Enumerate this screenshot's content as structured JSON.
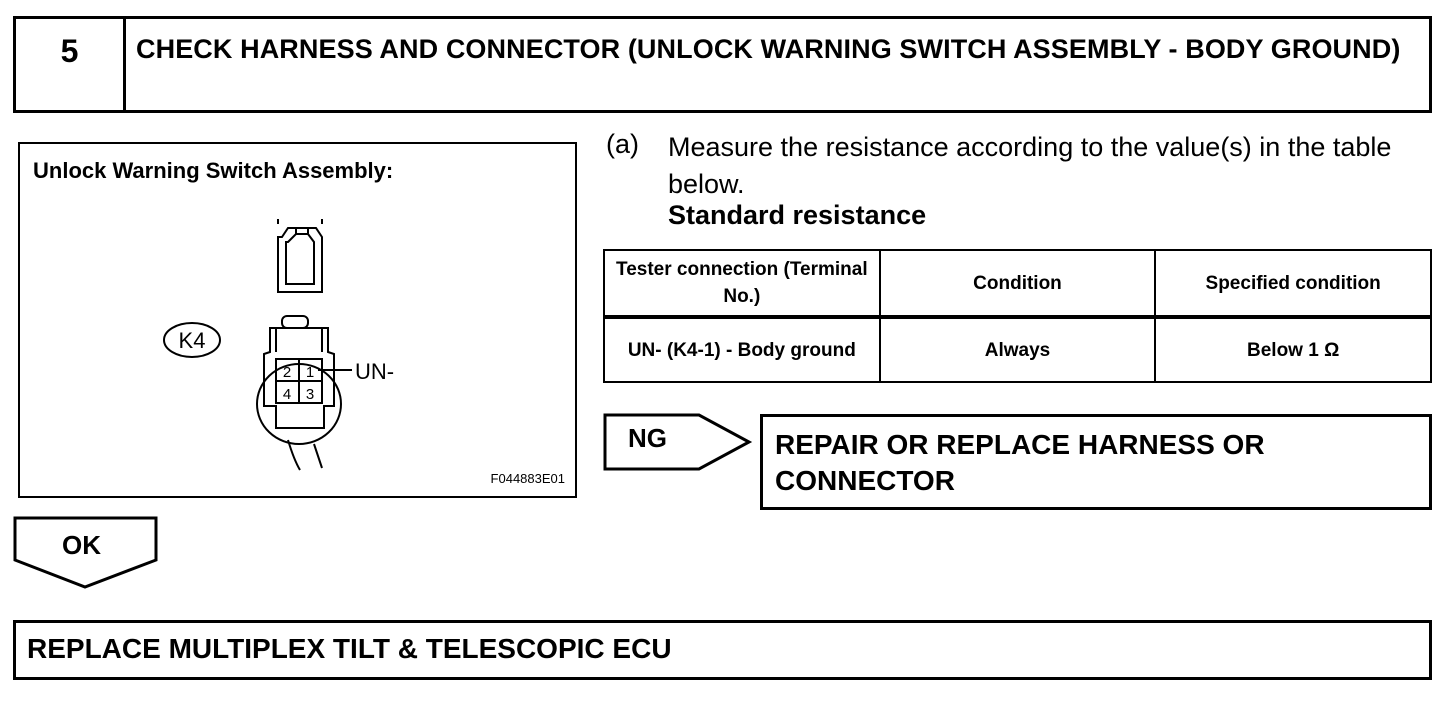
{
  "step": {
    "number": "5",
    "title": "CHECK HARNESS AND CONNECTOR (UNLOCK WARNING SWITCH ASSEMBLY - BODY GROUND)"
  },
  "figure": {
    "caption": "Unlock Warning Switch Assembly:",
    "connector_id": "K4",
    "terminal_label": "UN-",
    "pins": [
      "2",
      "1",
      "4",
      "3"
    ],
    "code": "F044883E01"
  },
  "instruction": {
    "marker": "(a)",
    "text": "Measure the resistance according to the value(s) in the table below.",
    "standard_title": "Standard resistance"
  },
  "table": {
    "headers": [
      "Tester connection (Terminal No.)",
      "Condition",
      "Specified condition"
    ],
    "rows": [
      [
        "UN- (K4-1) - Body ground",
        "Always",
        "Below 1 Ω"
      ]
    ]
  },
  "ng": {
    "label": "NG",
    "result": "REPAIR OR REPLACE HARNESS OR CONNECTOR"
  },
  "ok": {
    "label": "OK",
    "result": "REPLACE MULTIPLEX TILT & TELESCOPIC ECU"
  }
}
